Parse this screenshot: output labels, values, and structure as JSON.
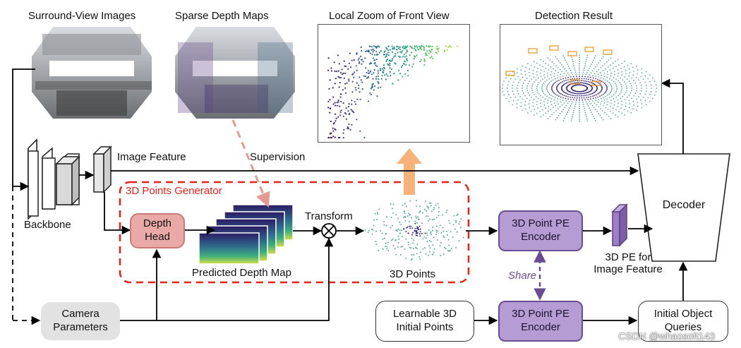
{
  "titles": {
    "surround_view": "Surround-View Images",
    "sparse_depth": "Sparse Depth Maps",
    "local_zoom": "Local Zoom of Front View",
    "detection": "Detection Result"
  },
  "labels": {
    "image_feature": "Image Feature",
    "backbone": "Backbone",
    "supervision": "Supervision",
    "generator": "3D Points Generator",
    "transform": "Transform",
    "predicted_depth_map": "Predicted Depth Map",
    "points_3d": "3D Points",
    "pe_for_feature_line1": "3D PE for",
    "pe_for_feature_line2": "Image Feature",
    "share": "Share",
    "watermark": "CSDN @whaosoft143"
  },
  "boxes": {
    "depth_head_line1": "Depth",
    "depth_head_line2": "Head",
    "camera_line1": "Camera",
    "camera_line2": "Parameters",
    "pe_encoder_top_line1": "3D Point PE",
    "pe_encoder_top_line2": "Encoder",
    "pe_encoder_bottom_line1": "3D Point PE",
    "pe_encoder_bottom_line2": "Encoder",
    "learnable_line1": "Learnable 3D",
    "learnable_line2": "Initial Points",
    "queries_line1": "Initial Object",
    "queries_line2": "Queries",
    "decoder": "Decoder"
  },
  "colors": {
    "generator_red": "#e8221b",
    "supervision_arrow": "#e39a8f",
    "pe_fill": "#b59dd4",
    "pe_border": "#6a4c93",
    "depth_fill": "#e9a9a6",
    "orange_arrow": "#f7b27a",
    "share_purple": "#6a4c93"
  }
}
